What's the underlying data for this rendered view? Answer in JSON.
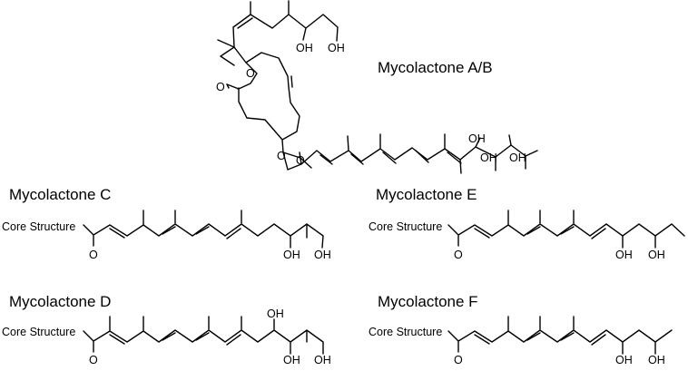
{
  "compounds": [
    {
      "name": "Mycolactone A/B"
    },
    {
      "name": "Mycolactone C"
    },
    {
      "name": "Mycolactone E"
    },
    {
      "name": "Mycolactone D"
    },
    {
      "name": "Mycolactone F"
    }
  ],
  "core_label": "Core Structure",
  "atoms": {
    "hydroxyl": "OH",
    "oxygen": "O"
  }
}
